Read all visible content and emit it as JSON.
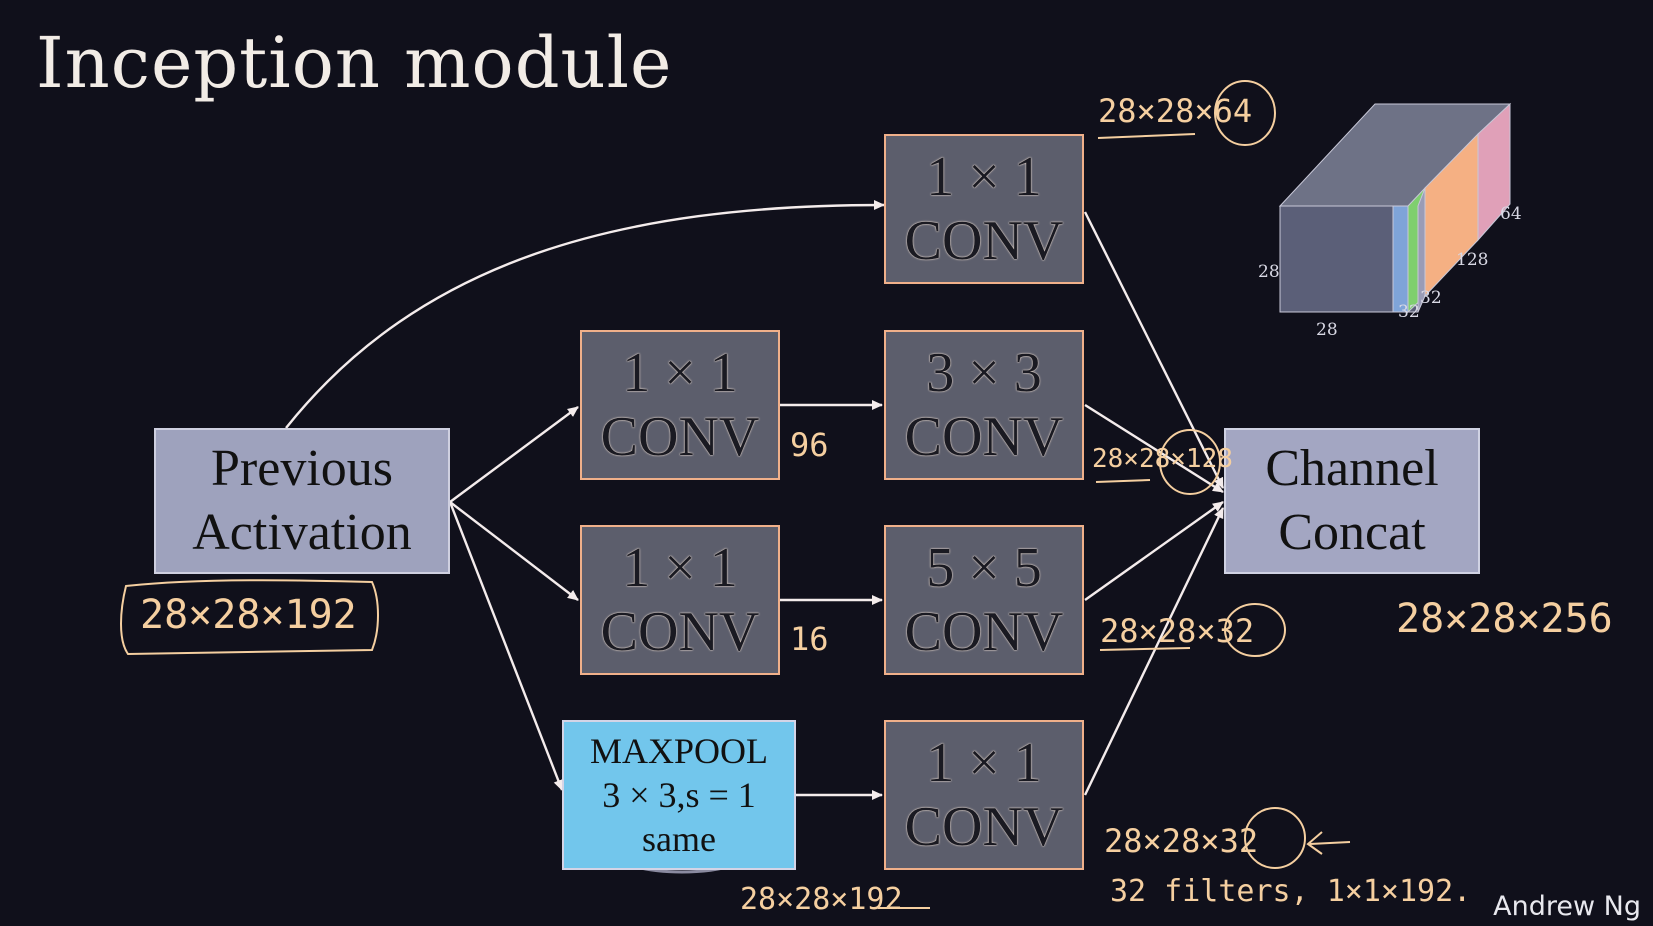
{
  "title": "Inception module",
  "author": "Andrew Ng",
  "colors": {
    "background": "#10101b",
    "conv_fill": "#5c5e6c",
    "conv_border": "#f0b08a",
    "maxpool_fill": "#72c6ec",
    "activation_fill": "#9ea2bd",
    "annotation": "#f5cfa0",
    "cube_gray": "#5b5f78",
    "cube_blue": "#7fa4d8",
    "cube_green": "#7fcf6e",
    "cube_orange": "#f5b083",
    "cube_pink": "#e0a0b8"
  },
  "blocks": {
    "previous_activation": {
      "line1": "Previous",
      "line2": "Activation"
    },
    "conv_1x1_top": {
      "line1": "1 × 1",
      "line2": "CONV"
    },
    "conv_1x1_mid": {
      "line1": "1 × 1",
      "line2": "CONV"
    },
    "conv_3x3": {
      "line1": "3 × 3",
      "line2": "CONV"
    },
    "conv_1x1_low": {
      "line1": "1 × 1",
      "line2": "CONV"
    },
    "conv_5x5": {
      "line1": "5 × 5",
      "line2": "CONV"
    },
    "maxpool": {
      "line1": "MAXPOOL",
      "line2": "3 × 3,s = 1",
      "line3": "same"
    },
    "conv_1x1_bottom": {
      "line1": "1 × 1",
      "line2": "CONV"
    },
    "channel_concat": {
      "line1": "Channel",
      "line2": "Concat"
    }
  },
  "annotations": {
    "input_shape": "28×28×192",
    "top_output": "28×28×64",
    "channels_96": "96",
    "conv3_output": "28×28×128",
    "channels_16": "16",
    "conv5_output": "28×28×32",
    "concat_output": "28×28×256",
    "pool_output": "28×28×192",
    "pool_conv_output": "28×28×32",
    "pool_conv_note": "32 filters, 1×1×192."
  },
  "cube": {
    "label_height": "28",
    "label_width": "28",
    "label_32a": "32",
    "label_32b": "32",
    "label_128": "128",
    "label_64": "64"
  }
}
